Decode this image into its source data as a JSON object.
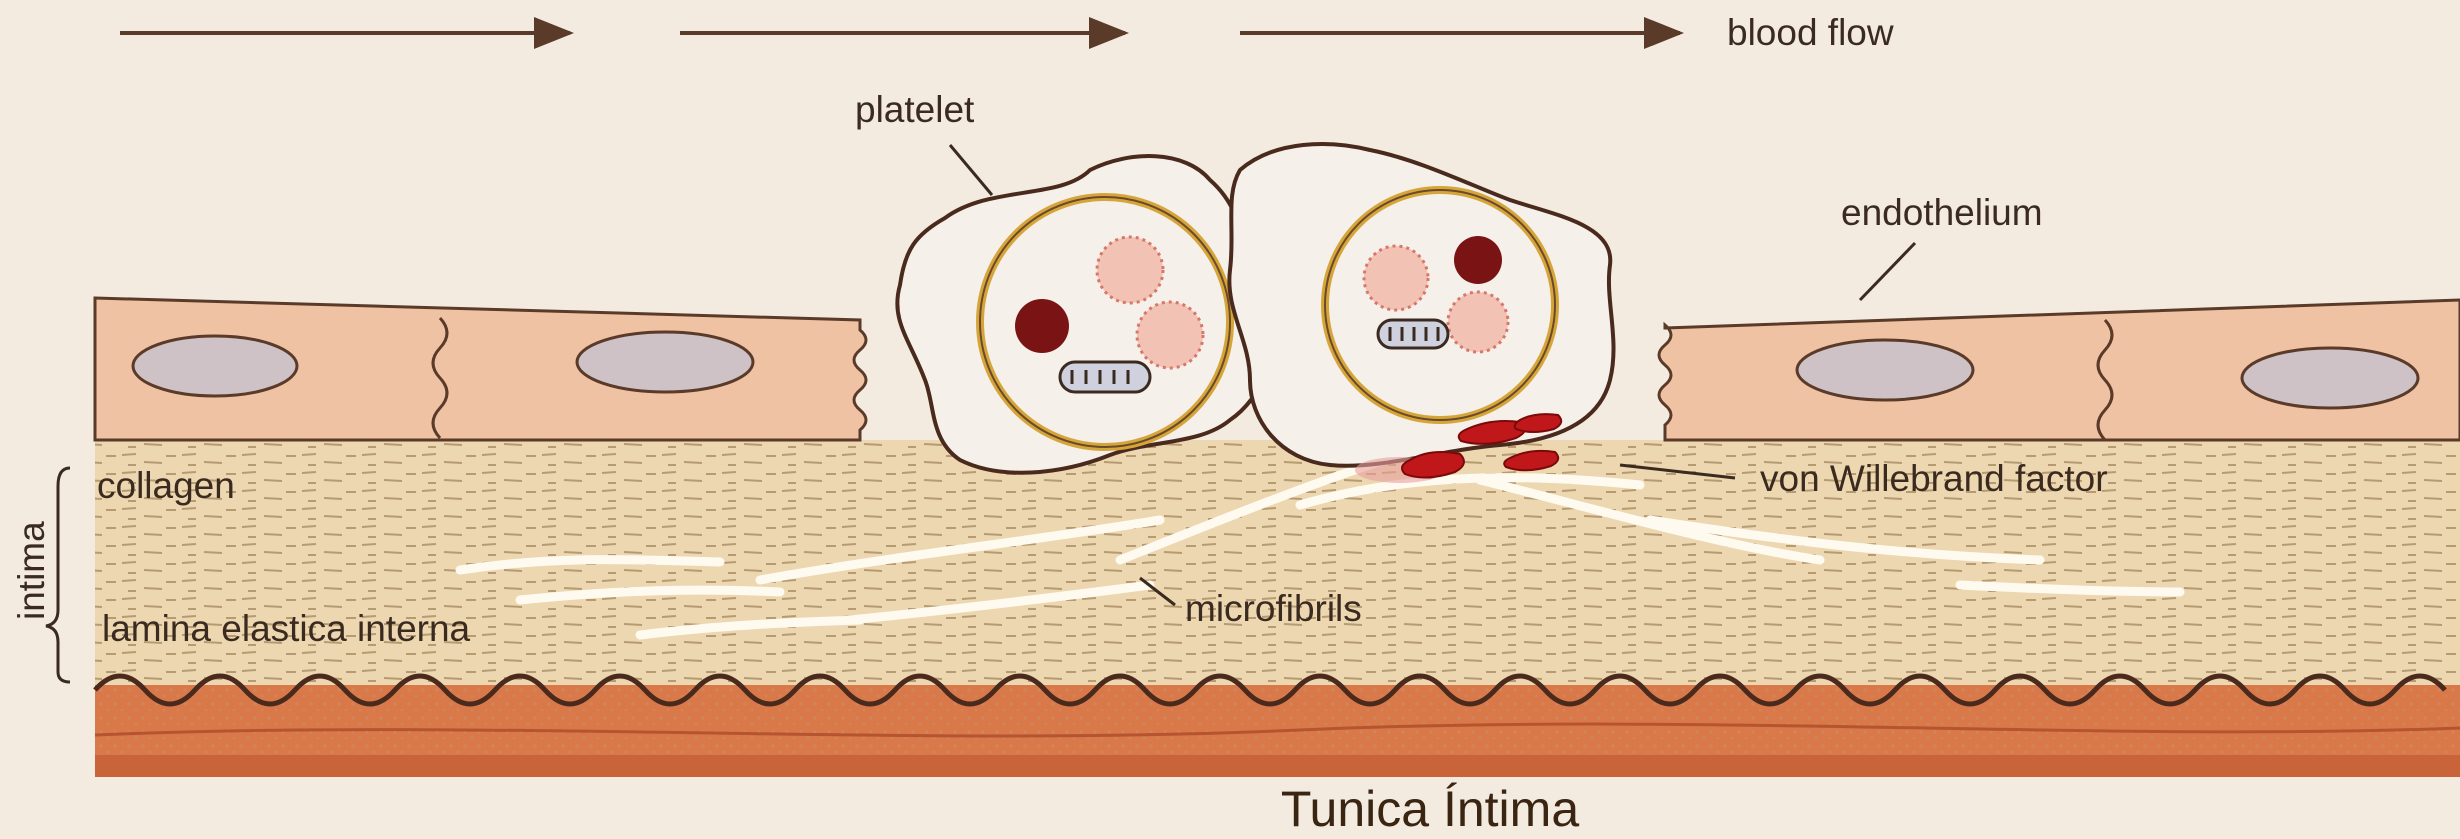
{
  "labels": {
    "blood_flow": "blood flow",
    "platelet": "platelet",
    "endothelium": "endothelium",
    "collagen": "collagen",
    "vwf": "von Willebrand factor",
    "microfibrils": "microfibrils",
    "lamina": "lamina elastica interna",
    "intima": "intima",
    "title": "Tunica Íntima"
  },
  "colors": {
    "background": "#f3ebe0",
    "endothelial_cell": "#f0c2a4",
    "nucleus": "#cfc2c6",
    "platelet": "#f5f0ea",
    "granule_ring": "#d6a53a",
    "dense_granule": "#7a1414",
    "vwf": "#c0171a",
    "collagen_layer": "#ecd7b0",
    "media_layer": "#d9794a",
    "outline": "#4a2a1c"
  }
}
